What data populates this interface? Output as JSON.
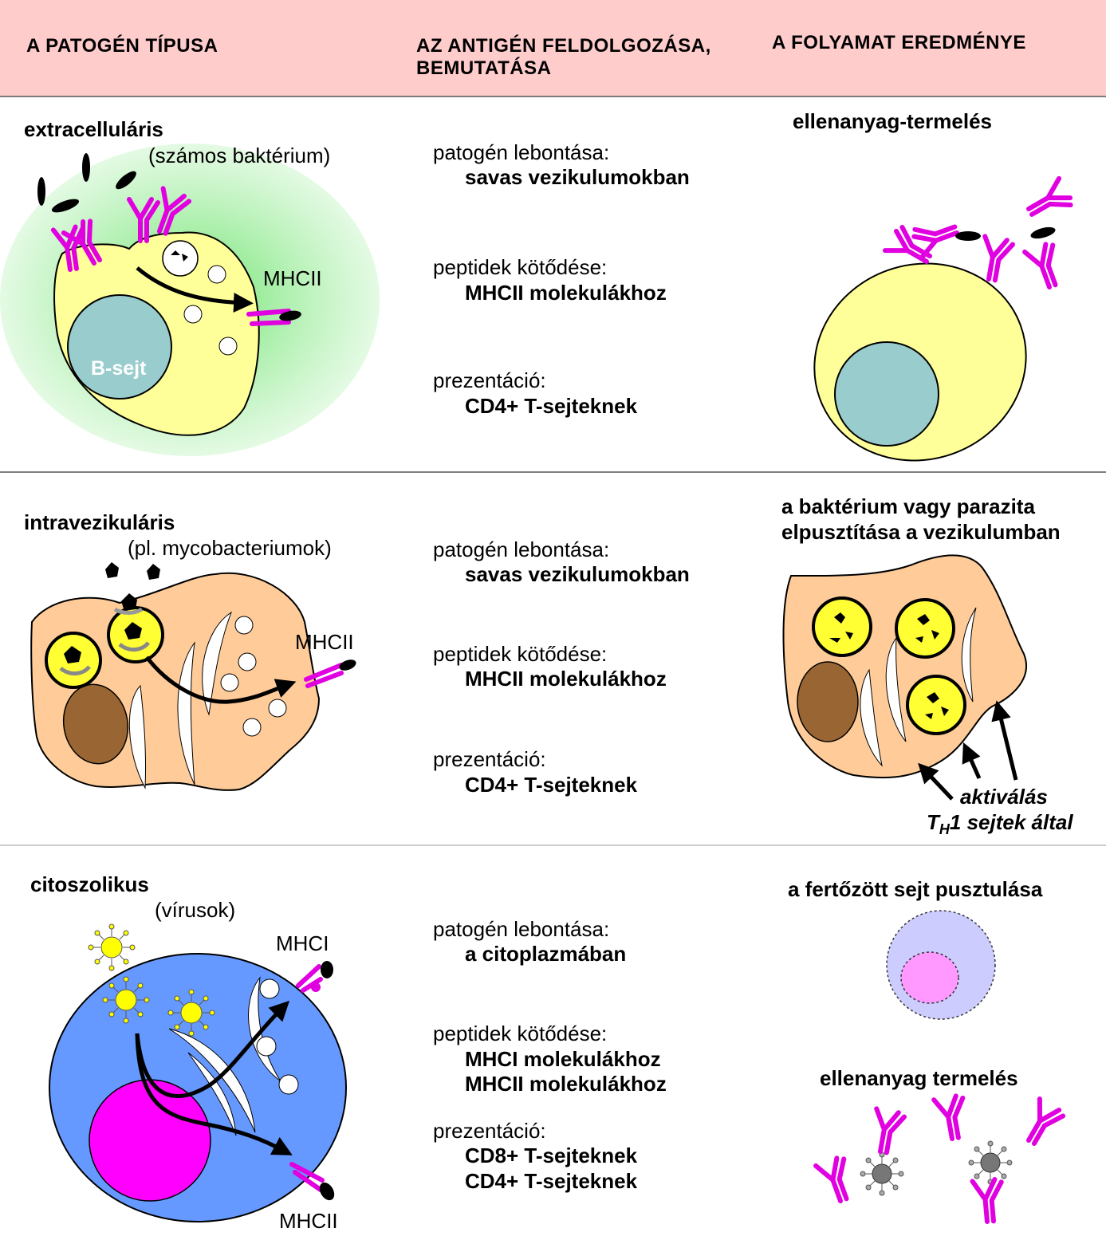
{
  "header": {
    "col1": "A PATOGÉN TÍPUSA",
    "col2_line1": "AZ ANTIGÉN FELDOLGOZÁSA,",
    "col2_line2": "BEMUTATÁSA",
    "col3": "A FOLYAMAT EREDMÉNYE",
    "background": "#ffcccc"
  },
  "rows": [
    {
      "type": "extracelluláris",
      "examples": "(számos baktérium)",
      "cell_label": "B-sejt",
      "mhc_label": "MHCII",
      "degradation_label": "patogén lebontása:",
      "degradation_value": "savas vezikulumokban",
      "binding_label": "peptidek kötődése:",
      "binding_value": "MHCII molekulákhoz",
      "presentation_label": "prezentáció:",
      "presentation_value": "CD4+ T-sejteknek",
      "result": "ellenanyag-termelés"
    },
    {
      "type": "intravezikuláris",
      "examples": "(pl. mycobacteriumok)",
      "mhc_label": "MHCII",
      "degradation_label": "patogén lebontása:",
      "degradation_value": "savas vezikulumokban",
      "binding_label": "peptidek kötődése:",
      "binding_value": "MHCII molekulákhoz",
      "presentation_label": "prezentáció:",
      "presentation_value": "CD4+ T-sejteknek",
      "result_line1": "a baktérium vagy parazita",
      "result_line2": "elpusztítása a vezikulumban",
      "activation_line1": "aktiválás",
      "activation_line2_T": "T",
      "activation_line2_sub": "H",
      "activation_line2_rest": "1 sejtek által"
    },
    {
      "type": "citoszolikus",
      "examples": "(vírusok)",
      "mhc1_label": "MHCI",
      "mhc2_label": "MHCII",
      "degradation_label": "patogén lebontása:",
      "degradation_value": "a citoplazmában",
      "binding_label": "peptidek kötődése:",
      "binding_value_1": "MHCI molekulákhoz",
      "binding_value_2": "MHCII molekulákhoz",
      "presentation_label": "prezentáció:",
      "presentation_value_1": "CD8+ T-sejteknek",
      "presentation_value_2": "CD4+ T-sejteknek",
      "result_1": "a fertőzött  sejt pusztulása",
      "result_2": "ellenanyag termelés"
    }
  ],
  "colors": {
    "antibody": "#e000e0",
    "b_cell_cytoplasm": "#ffff99",
    "nucleus_teal": "#99cccc",
    "macrophage": "#ffcc99",
    "nucleus_brown": "#996633",
    "vesicle_yellow": "#ffff33",
    "infected_cell_blue": "#6699ff",
    "nucleus_magenta": "#ff00ff",
    "dying_cell": "#ccccff",
    "dying_nucleus": "#ff99ff",
    "virus": "#ffff00",
    "virus_grey": "#777777"
  }
}
